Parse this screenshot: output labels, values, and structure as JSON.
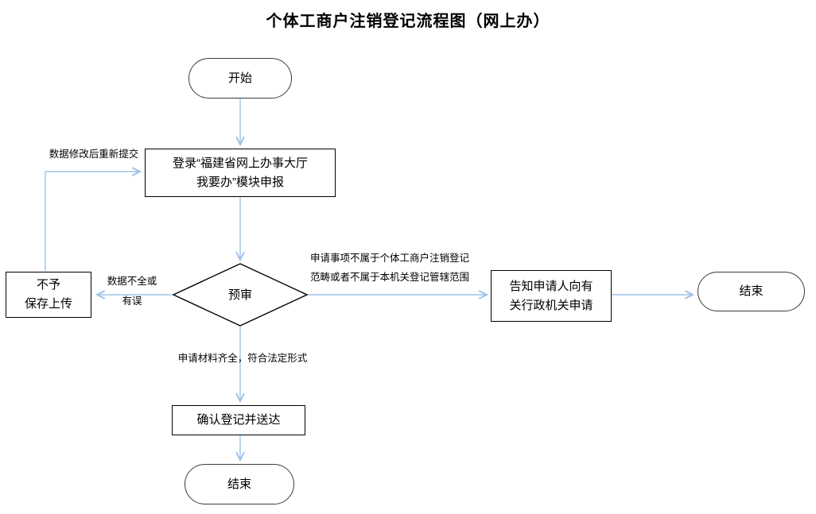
{
  "title": "个体工商户注销登记流程图（网上办）",
  "colors": {
    "connector": "#9dc3e6",
    "node_border": "#000000",
    "stadium_border": "#3b3b3b",
    "text": "#000000"
  },
  "nodes": {
    "start": {
      "label": "开始"
    },
    "login": {
      "line1": "登录“福建省网上办事大厅",
      "line2": "我要办”模块申报"
    },
    "review": {
      "label": "预审"
    },
    "deny": {
      "line1": "不予",
      "line2": "保存上传"
    },
    "inform": {
      "line1": "告知申请人向有",
      "line2": "关行政机关申请"
    },
    "confirm": {
      "label": "确认登记并送达"
    },
    "end_right": {
      "label": "结束"
    },
    "end_bottom": {
      "label": "结束"
    }
  },
  "edge_labels": {
    "resubmit": "数据修改后重新提交",
    "incomplete_line1": "数据不全或",
    "incomplete_line2": "有误",
    "not_belong_line1": "申请事项不属于个体工商户注销登记",
    "not_belong_line2": "范畴或者不属于本机关登记管辖范围",
    "complete": "申请材料齐全，符合法定形式"
  }
}
